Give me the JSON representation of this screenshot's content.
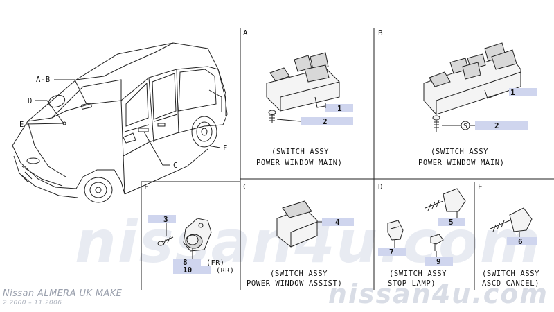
{
  "watermark": {
    "main": "nissan4u.com",
    "small": "nissan4u.com"
  },
  "footer": {
    "title": "Nissan ALMERA UK MAKE",
    "dates": "2.2000 – 11.2006"
  },
  "car_labels": {
    "a_b": "A-B",
    "d": "D",
    "e": "E",
    "f": "F",
    "c": "C"
  },
  "panels": {
    "a": {
      "letter": "A",
      "caption1": "(SWITCH ASSY",
      "caption2": "POWER WINDOW MAIN)",
      "callouts": [
        "1",
        "2"
      ]
    },
    "b": {
      "letter": "B",
      "caption1": "(SWITCH ASSY",
      "caption2": "POWER WINDOW MAIN)",
      "callouts": [
        "1",
        "2"
      ],
      "s_mark": "S"
    },
    "f": {
      "letter": "F",
      "callouts": [
        "3",
        "8",
        "10"
      ],
      "fr": "(FR)",
      "rr": "(RR)"
    },
    "c": {
      "letter": "C",
      "caption1": "(SWITCH ASSY",
      "caption2": "POWER WINDOW ASSIST)",
      "callouts": [
        "4"
      ]
    },
    "d": {
      "letter": "D",
      "caption1": "(SWITCH ASSY",
      "caption2": "STOP LAMP)",
      "callouts": [
        "5",
        "7",
        "9"
      ]
    },
    "e": {
      "letter": "E",
      "caption1": "(SWITCH ASSY",
      "caption2": "ASCD CANCEL)",
      "callouts": [
        "6"
      ]
    }
  }
}
